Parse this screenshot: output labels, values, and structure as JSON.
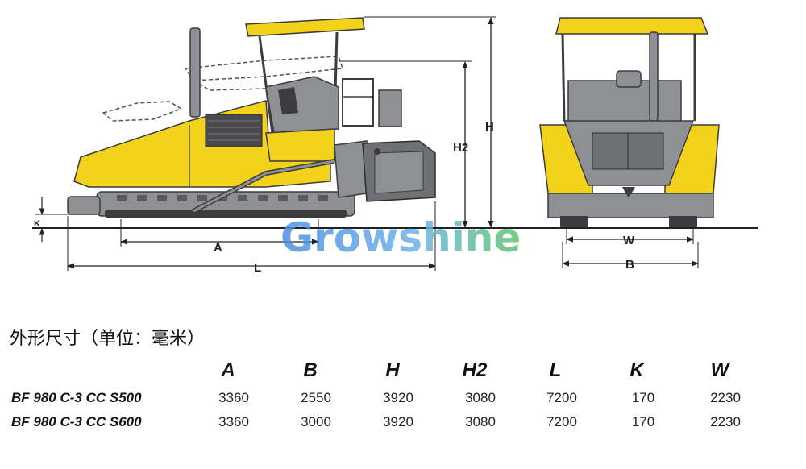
{
  "drawing": {
    "dimension_labels": {
      "A": "A",
      "L": "L",
      "K": "K",
      "H": "H",
      "H2": "H2",
      "W": "W",
      "B": "B"
    },
    "watermark": "Growshine",
    "colors": {
      "machine_yellow": "#f2d21b",
      "machine_gray": "#8f9094",
      "dark": "#3c3c3e",
      "watermark_blue": "#4a8fe0",
      "watermark_green": "#5ec46b"
    }
  },
  "section_title": "外形尺寸（单位：毫米）",
  "table": {
    "headers": [
      "A",
      "B",
      "H",
      "H2",
      "L",
      "K",
      "W"
    ],
    "rows": [
      {
        "model": "BF 980 C-3 CC S500",
        "values": [
          "3360",
          "2550",
          "3920",
          "3080",
          "7200",
          "170",
          "2230"
        ]
      },
      {
        "model": "BF 980 C-3 CC S600",
        "values": [
          "3360",
          "3000",
          "3920",
          "3080",
          "7200",
          "170",
          "2230"
        ]
      }
    ]
  }
}
